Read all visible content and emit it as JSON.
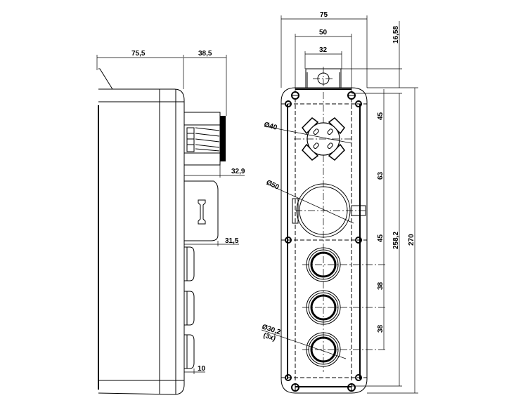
{
  "side_view": {
    "dims": {
      "depth": "75,5",
      "connector": "38,5",
      "connector_offset": "32,9",
      "block_offset": "31,5",
      "gland": "10"
    }
  },
  "front_view": {
    "dims": {
      "width": "75",
      "hole_spacing": "50",
      "tab_width": "32",
      "tab_height": "16,58",
      "pitch_1": "45",
      "pitch_2": "63",
      "pitch_3": "45",
      "pitch_4": "38",
      "pitch_5": "38",
      "hole_length": "258,2",
      "total_length": "270"
    },
    "callouts": {
      "d40": "Ø40",
      "d50": "Ø50",
      "d30": "Ø30,2",
      "d30_qty": "(3x)"
    }
  }
}
